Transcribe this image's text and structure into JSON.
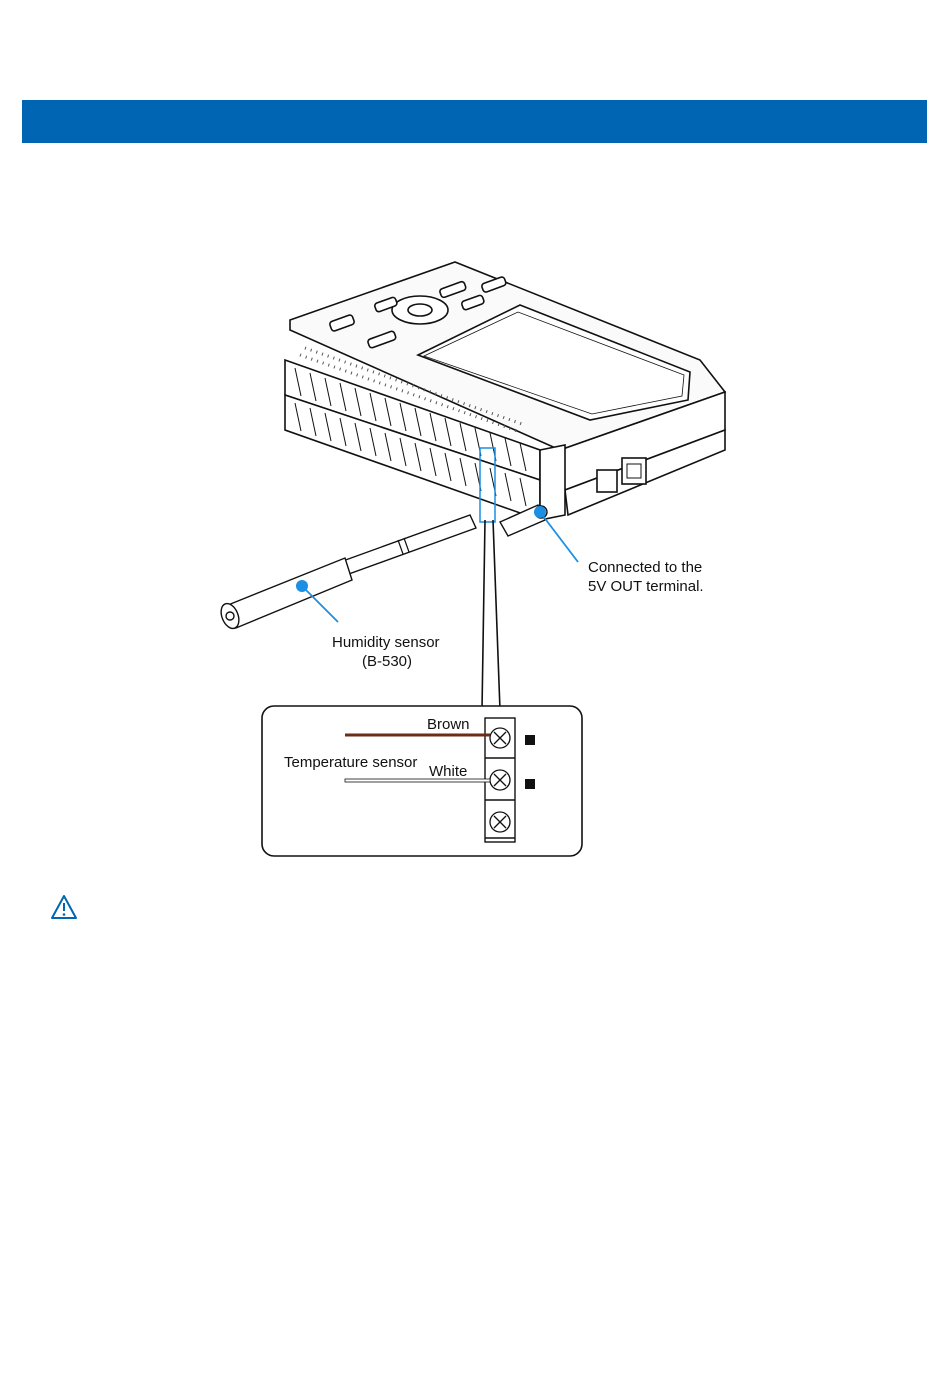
{
  "header": {
    "color": "#0066b3"
  },
  "labels": {
    "humidity_sensor": "Humidity sensor",
    "humidity_model": "(B-530)",
    "connection_line1": "Connected to the",
    "connection_line2": "5V OUT terminal.",
    "wire_brown": "Brown",
    "wire_white": "White",
    "temperature_sensor": "Temperature sensor"
  },
  "icons": {
    "warning": "warning-triangle-icon",
    "screw": "terminal-screw-icon"
  },
  "colors": {
    "callout": "#1a8fe3",
    "brown_wire": "#6b2d17",
    "accent": "#0066b3"
  }
}
